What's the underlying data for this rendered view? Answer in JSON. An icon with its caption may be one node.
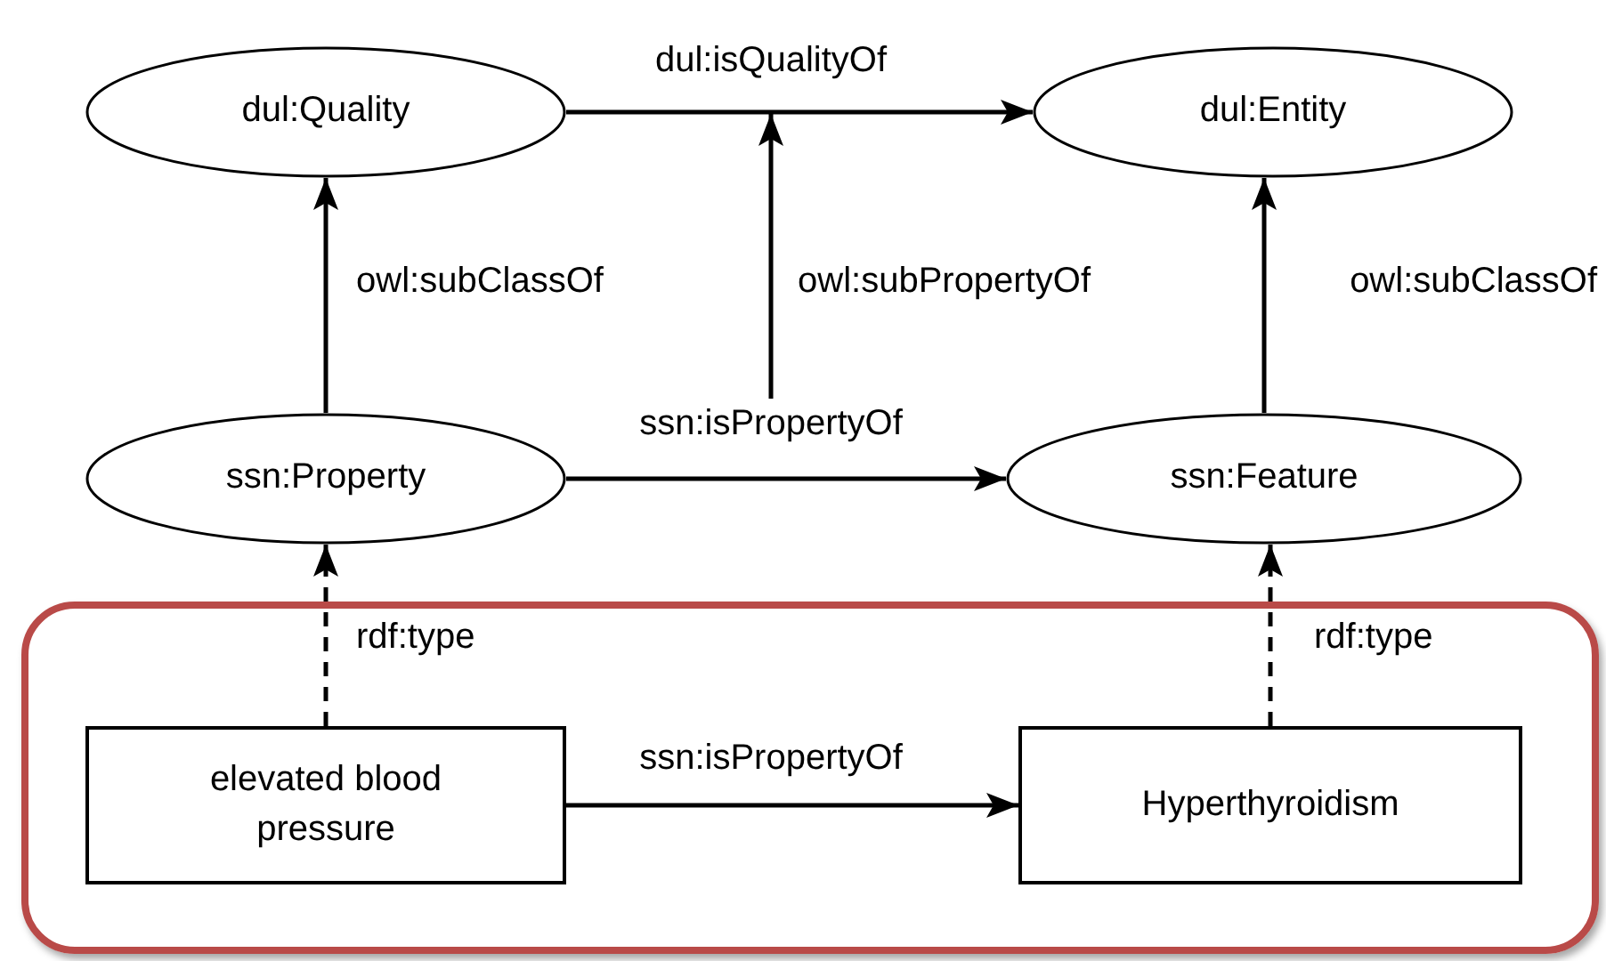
{
  "diagram": {
    "nodes": [
      {
        "text": [
          "dul:Quality"
        ]
      },
      {
        "text": [
          "dul:Entity"
        ]
      },
      {
        "text": [
          "ssn:Property"
        ]
      },
      {
        "text": [
          "ssn:Feature"
        ]
      },
      {
        "text": [
          "ssn:isPropertyOf"
        ]
      },
      {
        "text": [],
        "shape": "box"
      },
      {
        "text": [
          "elevated blood pressure"
        ],
        "in": 5
      },
      {
        "text": [
          "Hyperthyroidism"
        ],
        "in": 5
      }
    ],
    "edges": [
      {
        "from": 0,
        "to": 1,
        "arrow": "to",
        "label": "dul:isQualityOf"
      },
      {
        "from": 2,
        "to": 0,
        "arrow": "to",
        "label": "owl:subClassOf"
      },
      {
        "from": 3,
        "to": 1,
        "arrow": "to",
        "label": "owl:subClassOf"
      },
      {
        "from": 2,
        "to": 3,
        "arrow": "to"
      },
      {
        "from": 4,
        "to": null,
        "arrow": "to",
        "label": "owl:subPropertyOf"
      },
      {
        "from": 6,
        "to": 2,
        "arrow": "to",
        "label": "rdf:type",
        "style": "dashed"
      },
      {
        "from": 7,
        "to": 3,
        "arrow": "to",
        "label": "rdf:type",
        "style": "dashed"
      },
      {
        "from": 6,
        "to": 7,
        "arrow": "to",
        "label": "ssn:isPropertyOf"
      }
    ]
  }
}
